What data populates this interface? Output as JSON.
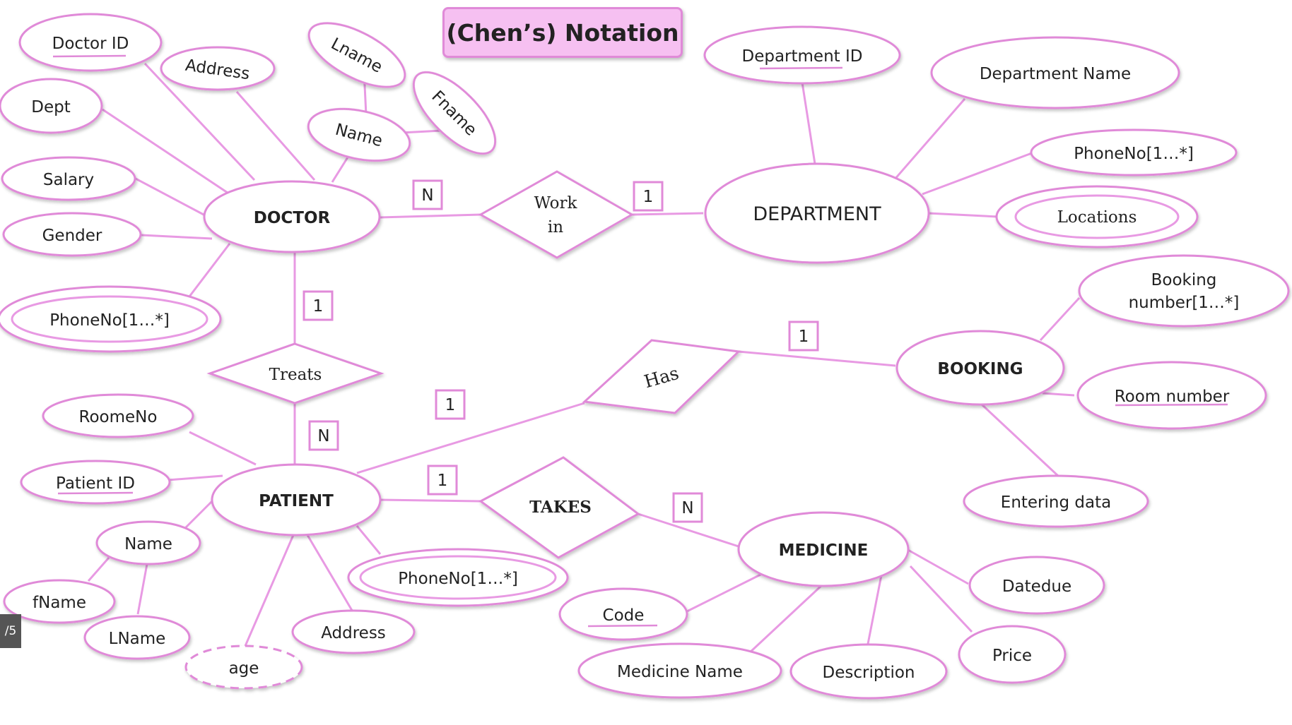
{
  "title": "(Chen’s)  Notation",
  "page_indicator": "/5",
  "colors": {
    "accent": "#e08ad8",
    "title_fill": "#f6c0f1",
    "background": "#ffffff"
  },
  "entities": {
    "doctor": "DOCTOR",
    "department": "DEPARTMENT",
    "patient": "PATIENT",
    "booking": "BOOKING",
    "medicine": "MEDICINE"
  },
  "relationships": {
    "work_in_line1": "Work",
    "work_in_line2": "in",
    "treats": "Treats",
    "has": "Has",
    "takes": "TAKES"
  },
  "attributes": {
    "doctor": {
      "doctor_id": "Doctor ID",
      "address": "Address",
      "lname": "Lname",
      "fname": "Fname",
      "name": "Name",
      "dept": "Dept",
      "salary": "Salary",
      "gender": "Gender",
      "phone": "PhoneNo[1…*]"
    },
    "department": {
      "department_id": "Department ID",
      "department_name": "Department Name",
      "phone": "PhoneNo[1…*]",
      "locations": "Locations"
    },
    "booking": {
      "booking_number_line1": "Booking",
      "booking_number_line2": "number[1…*]",
      "room_number": "Room number",
      "entering_data": "Entering data"
    },
    "patient": {
      "roomeno": "RoomeNo",
      "patient_id": "Patient ID",
      "name": "Name",
      "fname": "fName",
      "lname": "LName",
      "age": "age",
      "address": "Address",
      "phone": "PhoneNo[1…*]"
    },
    "medicine": {
      "code": "Code",
      "medicine_name": "Medicine Name",
      "description": "Description",
      "price": "Price",
      "datedue": "Datedue"
    }
  },
  "cardinalities": {
    "doctor_workin": "N",
    "workin_department": "1",
    "doctor_treats": "1",
    "treats_patient": "N",
    "patient_has": "1",
    "has_booking": "1",
    "patient_takes": "1",
    "takes_medicine": "N"
  }
}
